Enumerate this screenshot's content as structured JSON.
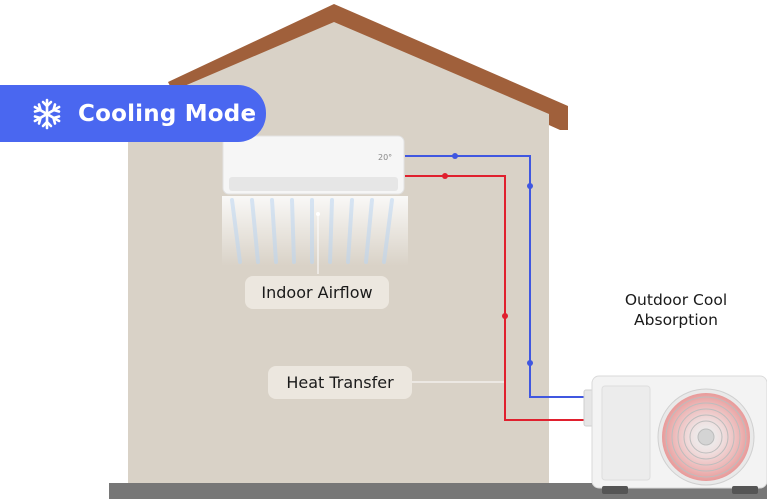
{
  "badge": {
    "label": "Cooling Mode",
    "icon": "snowflake-icon",
    "color": "#4a67f0"
  },
  "labels": {
    "indoor_airflow": "Indoor Airflow",
    "heat_transfer": "Heat Transfer",
    "outdoor_line1": "Outdoor Cool",
    "outdoor_line2": "Absorption"
  },
  "indoor_unit": {
    "display": "20°"
  },
  "colors": {
    "wall": "#d9d2c7",
    "roof": "#a0603b",
    "ground": "#777777",
    "cold_line": "#4057e0",
    "hot_line": "#e0202e"
  }
}
